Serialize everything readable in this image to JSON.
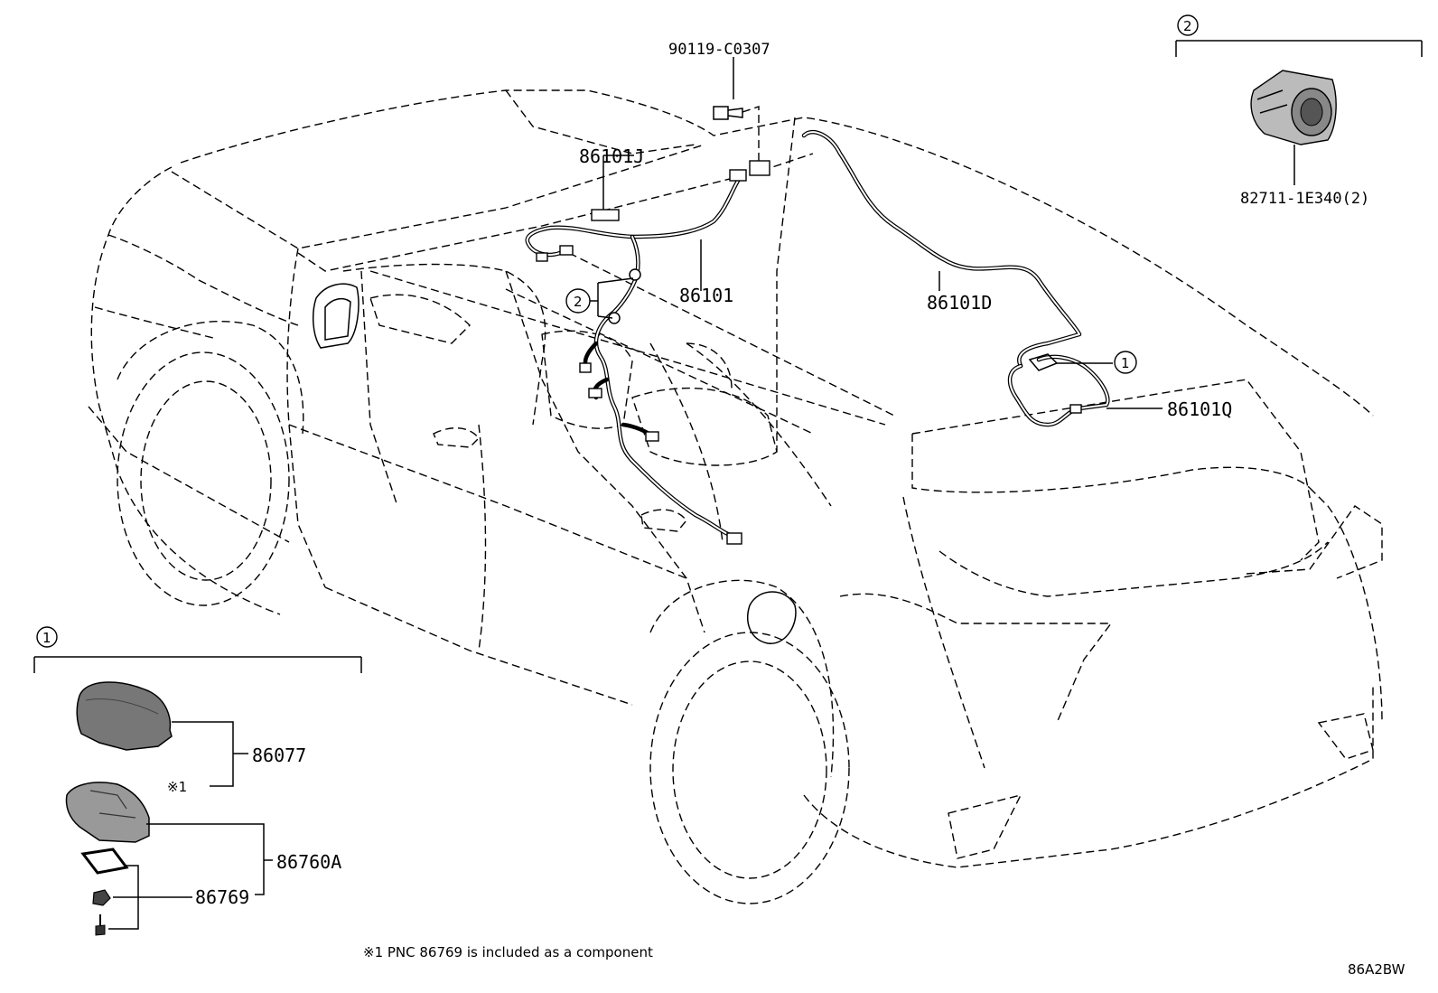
{
  "diagram": {
    "labels": {
      "bolt": "90119-C0307",
      "harness_j": "86101J",
      "harness_main": "86101",
      "harness_d": "86101D",
      "harness_q": "86101Q",
      "part_82711": "82711-1E340(2)",
      "antenna_cover": "86077",
      "antenna_assy": "86760A",
      "gasket": "86769",
      "note_ref": "※1"
    },
    "callouts": {
      "group1": "1",
      "group2": "2"
    },
    "footnote": "※1 PNC 86769 is included as a component",
    "diagram_code": "86A2BW"
  }
}
